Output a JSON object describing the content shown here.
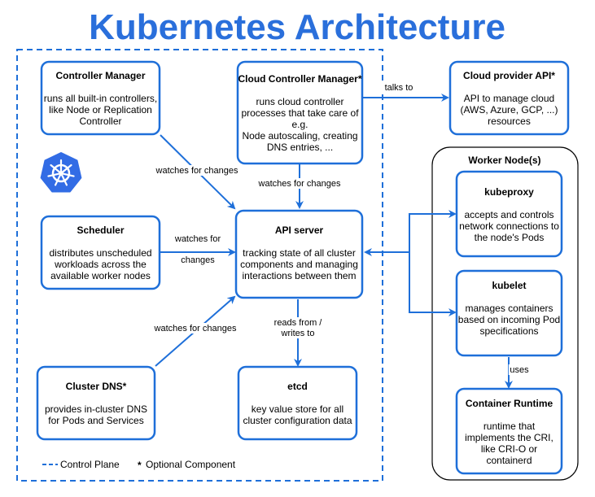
{
  "title": "Kubernetes Architecture",
  "legend": {
    "control_plane": "Control Plane",
    "optional_marker": "*",
    "optional": "Optional Component"
  },
  "worker_group": {
    "title": "Worker Node(s)"
  },
  "nodes": {
    "controller_manager": {
      "title": "Controller Manager",
      "lines": [
        "runs all built-in controllers,",
        "like Node or Replication",
        "Controller"
      ]
    },
    "cloud_controller_manager": {
      "title": "Cloud Controller Manager*",
      "lines": [
        "runs cloud controller",
        "processes that take care of",
        "e.g.",
        "Node autoscaling, creating",
        "DNS entries, ..."
      ]
    },
    "cloud_provider_api": {
      "title": "Cloud provider API*",
      "lines": [
        "API to manage cloud",
        "(AWS, Azure, GCP, ...)",
        "resources"
      ]
    },
    "scheduler": {
      "title": "Scheduler",
      "lines": [
        "distributes unscheduled",
        "workloads across the",
        "available worker nodes"
      ]
    },
    "api_server": {
      "title": "API server",
      "lines": [
        "tracking state of all cluster",
        "components and managing",
        "interactions between them"
      ]
    },
    "cluster_dns": {
      "title": "Cluster DNS*",
      "lines": [
        "provides in-cluster DNS",
        "for Pods and Services"
      ]
    },
    "etcd": {
      "title": "etcd",
      "lines": [
        "key value store for all",
        "cluster configuration data"
      ]
    },
    "kubeproxy": {
      "title": "kubeproxy",
      "lines": [
        "accepts and controls",
        "network connections to",
        "the node's Pods"
      ]
    },
    "kubelet": {
      "title": "kubelet",
      "lines": [
        "manages containers",
        "based on incoming Pod",
        "specifications"
      ]
    },
    "container_runtime": {
      "title": "Container Runtime",
      "lines": [
        "runtime that",
        "implements the CRI,",
        "like CRI-O or",
        "containerd"
      ]
    }
  },
  "edges": {
    "talks_to": [
      "talks to"
    ],
    "cm_watch": [
      "watches for changes"
    ],
    "ccm_watch": [
      "watches for changes"
    ],
    "scheduler_watch": [
      "watches for",
      "changes"
    ],
    "dns_watch": [
      "watches for changes"
    ],
    "etcd_rw": [
      "reads from /",
      "writes to"
    ],
    "uses": [
      "uses"
    ]
  },
  "logo": {
    "icon": "kubernetes-helm-icon",
    "color": "#326ce5"
  }
}
